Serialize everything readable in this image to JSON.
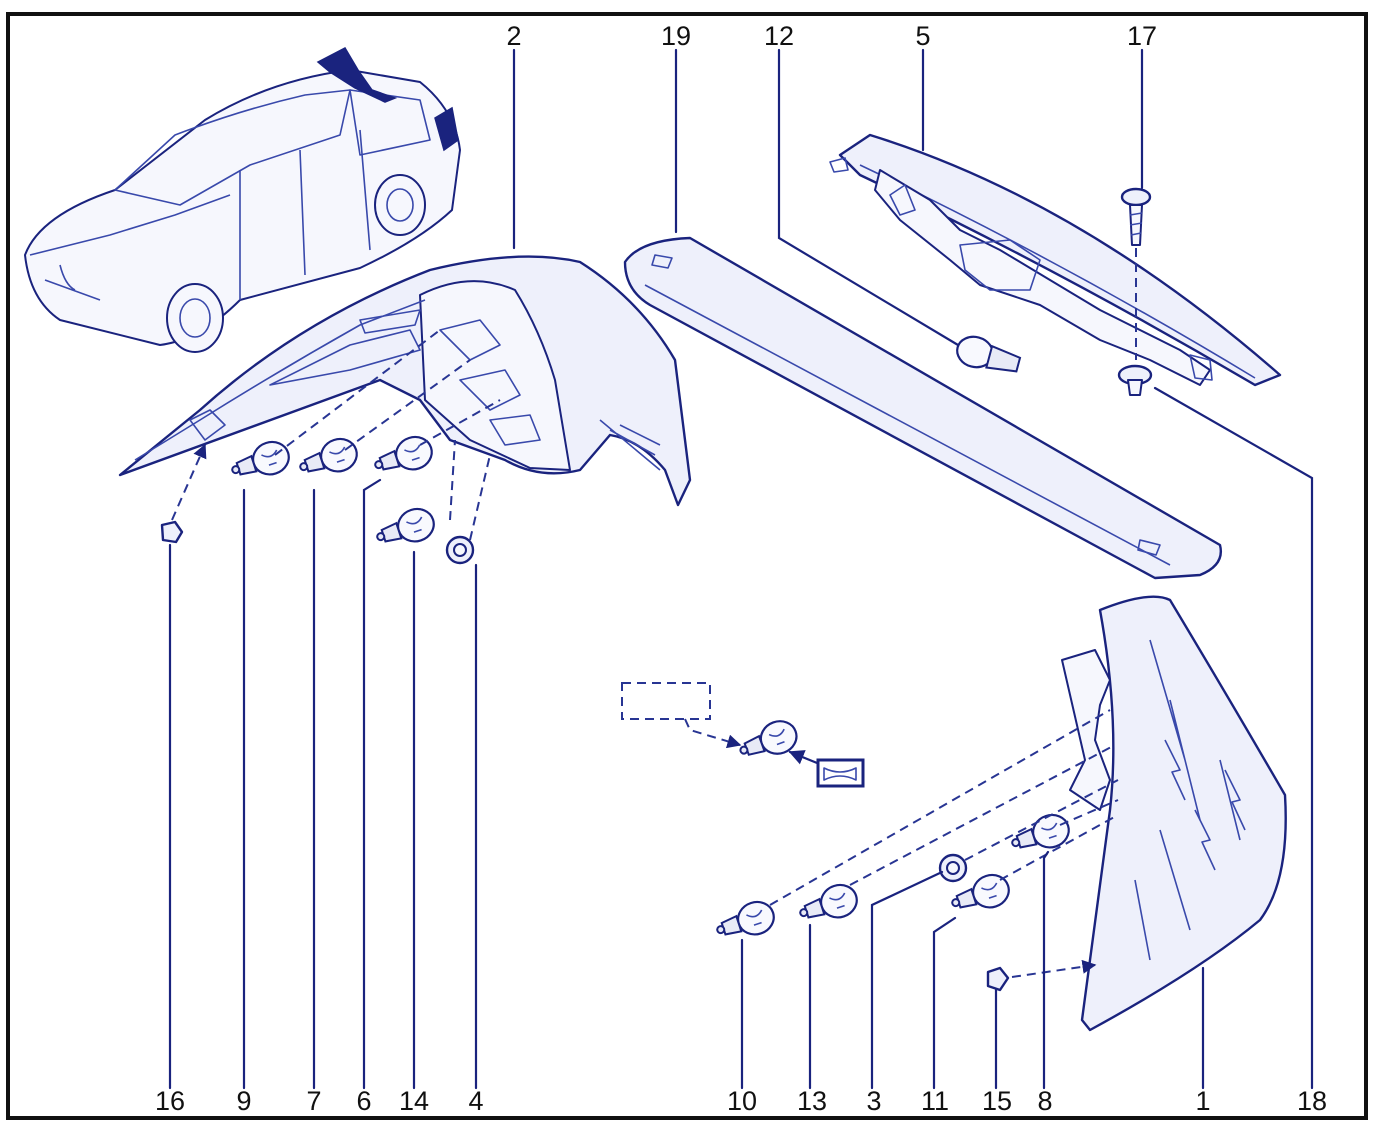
{
  "labels": {
    "p1": "1",
    "p2": "2",
    "p3": "3",
    "p4": "4",
    "p5": "5",
    "p6": "6",
    "p7": "7",
    "p8": "8",
    "p9": "9",
    "p10": "10",
    "p11": "11",
    "p12": "12",
    "p13": "13",
    "p14": "14",
    "p15": "15",
    "p16": "16",
    "p17": "17",
    "p18": "18",
    "p19": "19"
  },
  "colors": {
    "line": "#1a237e",
    "frame": "#111111",
    "fill": "#eef0fb"
  }
}
